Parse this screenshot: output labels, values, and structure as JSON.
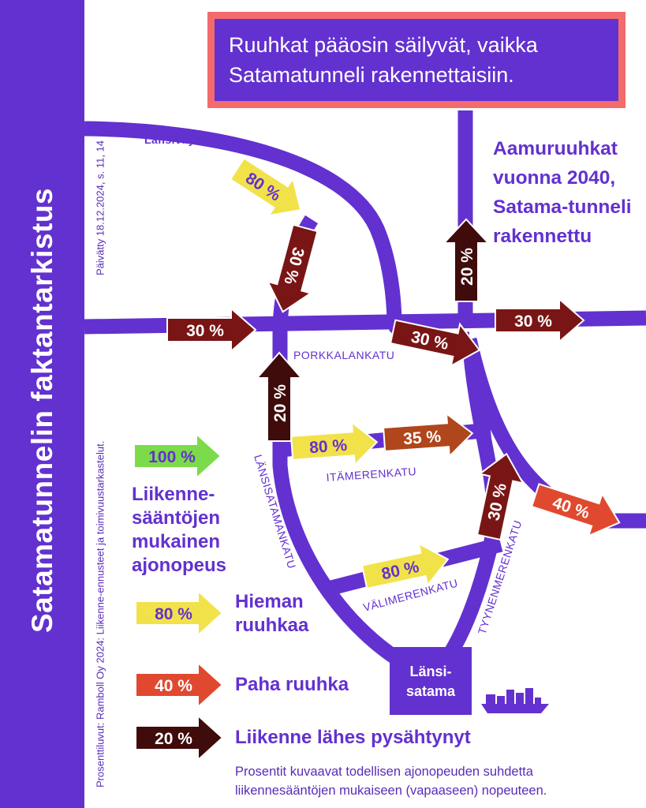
{
  "sidebar": {
    "title": "Satamatunnelin faktantarkistus",
    "source": "Prosenttiluvut: Ramboll Oy 2024: Liikenne-ennusteet ja toimivuustarkastelut.",
    "updated": "Päivätty 18.12.2024, s. 11, 14"
  },
  "headline": "Ruuhkat pääosin säilyvät, vaikka Satamatunneli rakennettaisiin.",
  "subtitle": "Aamuruuhkat vuonna 2040, Satama-tunneli rakennettu",
  "streets": {
    "lansivayla": "Länsiväylä",
    "porkkalankatu": "PORKKALANKATU",
    "itamerenkatu": "ITÄMERENKATU",
    "lansisatamankatu": "LÄNSISATAMANKATU",
    "valimerenkatu": "VÄLIMERENKATU",
    "tyynenmerenkatu": "TYYNENMERENKATU",
    "harbour_line1": "Länsi-",
    "harbour_line2": "satama"
  },
  "colors": {
    "road": "#6331CF",
    "headline_border": "#F36B6B",
    "speed_100": "#7CDB4A",
    "speed_80": "#F2E24A",
    "speed_40": "#E0492F",
    "speed_35": "#B0461B",
    "speed_30": "#7A1515",
    "speed_20": "#3F0B0B"
  },
  "map_arrows": [
    {
      "id": "lansivayla-in",
      "label": "80 %",
      "level": 80
    },
    {
      "id": "lansivayla-down",
      "label": "30 %",
      "level": 30
    },
    {
      "id": "porkkalankatu-west",
      "label": "30 %",
      "level": 30
    },
    {
      "id": "porkkalankatu-mid",
      "label": "30 %",
      "level": 30
    },
    {
      "id": "porkkalankatu-east",
      "label": "30 %",
      "level": 30
    },
    {
      "id": "north-road-up",
      "label": "20 %",
      "level": 20
    },
    {
      "id": "lansisatamankatu-up",
      "label": "20 %",
      "level": 20
    },
    {
      "id": "itamerenkatu-west",
      "label": "80 %",
      "level": 80
    },
    {
      "id": "itamerenkatu-east",
      "label": "35 %",
      "level": 35
    },
    {
      "id": "east-road-out",
      "label": "40 %",
      "level": 40
    },
    {
      "id": "tyynenmerenkatu-up",
      "label": "30 %",
      "level": 30
    },
    {
      "id": "valimerenkatu",
      "label": "80 %",
      "level": 80
    }
  ],
  "legend": [
    {
      "label": "100 %",
      "text": "Liikenne-sääntöjen mukainen ajonopeus",
      "level": 100
    },
    {
      "label": "80 %",
      "text": "Hieman ruuhkaa",
      "level": 80
    },
    {
      "label": "40 %",
      "text": "Paha ruuhka",
      "level": 40
    },
    {
      "label": "20 %",
      "text": "Liikenne lähes pysähtynyt",
      "level": 20
    }
  ],
  "legend_lines": {
    "l100": [
      "Liikenne-",
      "sääntöjen",
      "mukainen",
      "ajonopeus"
    ],
    "l80": [
      "Hieman",
      "ruuhkaa"
    ],
    "l40": [
      "Paha ruuhka"
    ],
    "l20": [
      "Liikenne lähes pysähtynyt"
    ]
  },
  "footnote": "Prosentit kuvaavat todellisen ajonopeuden suhdetta liikennesääntöjen mukaiseen (vapaaseen) nopeuteen.",
  "icons": {
    "ship": "cargo-ship-icon"
  }
}
